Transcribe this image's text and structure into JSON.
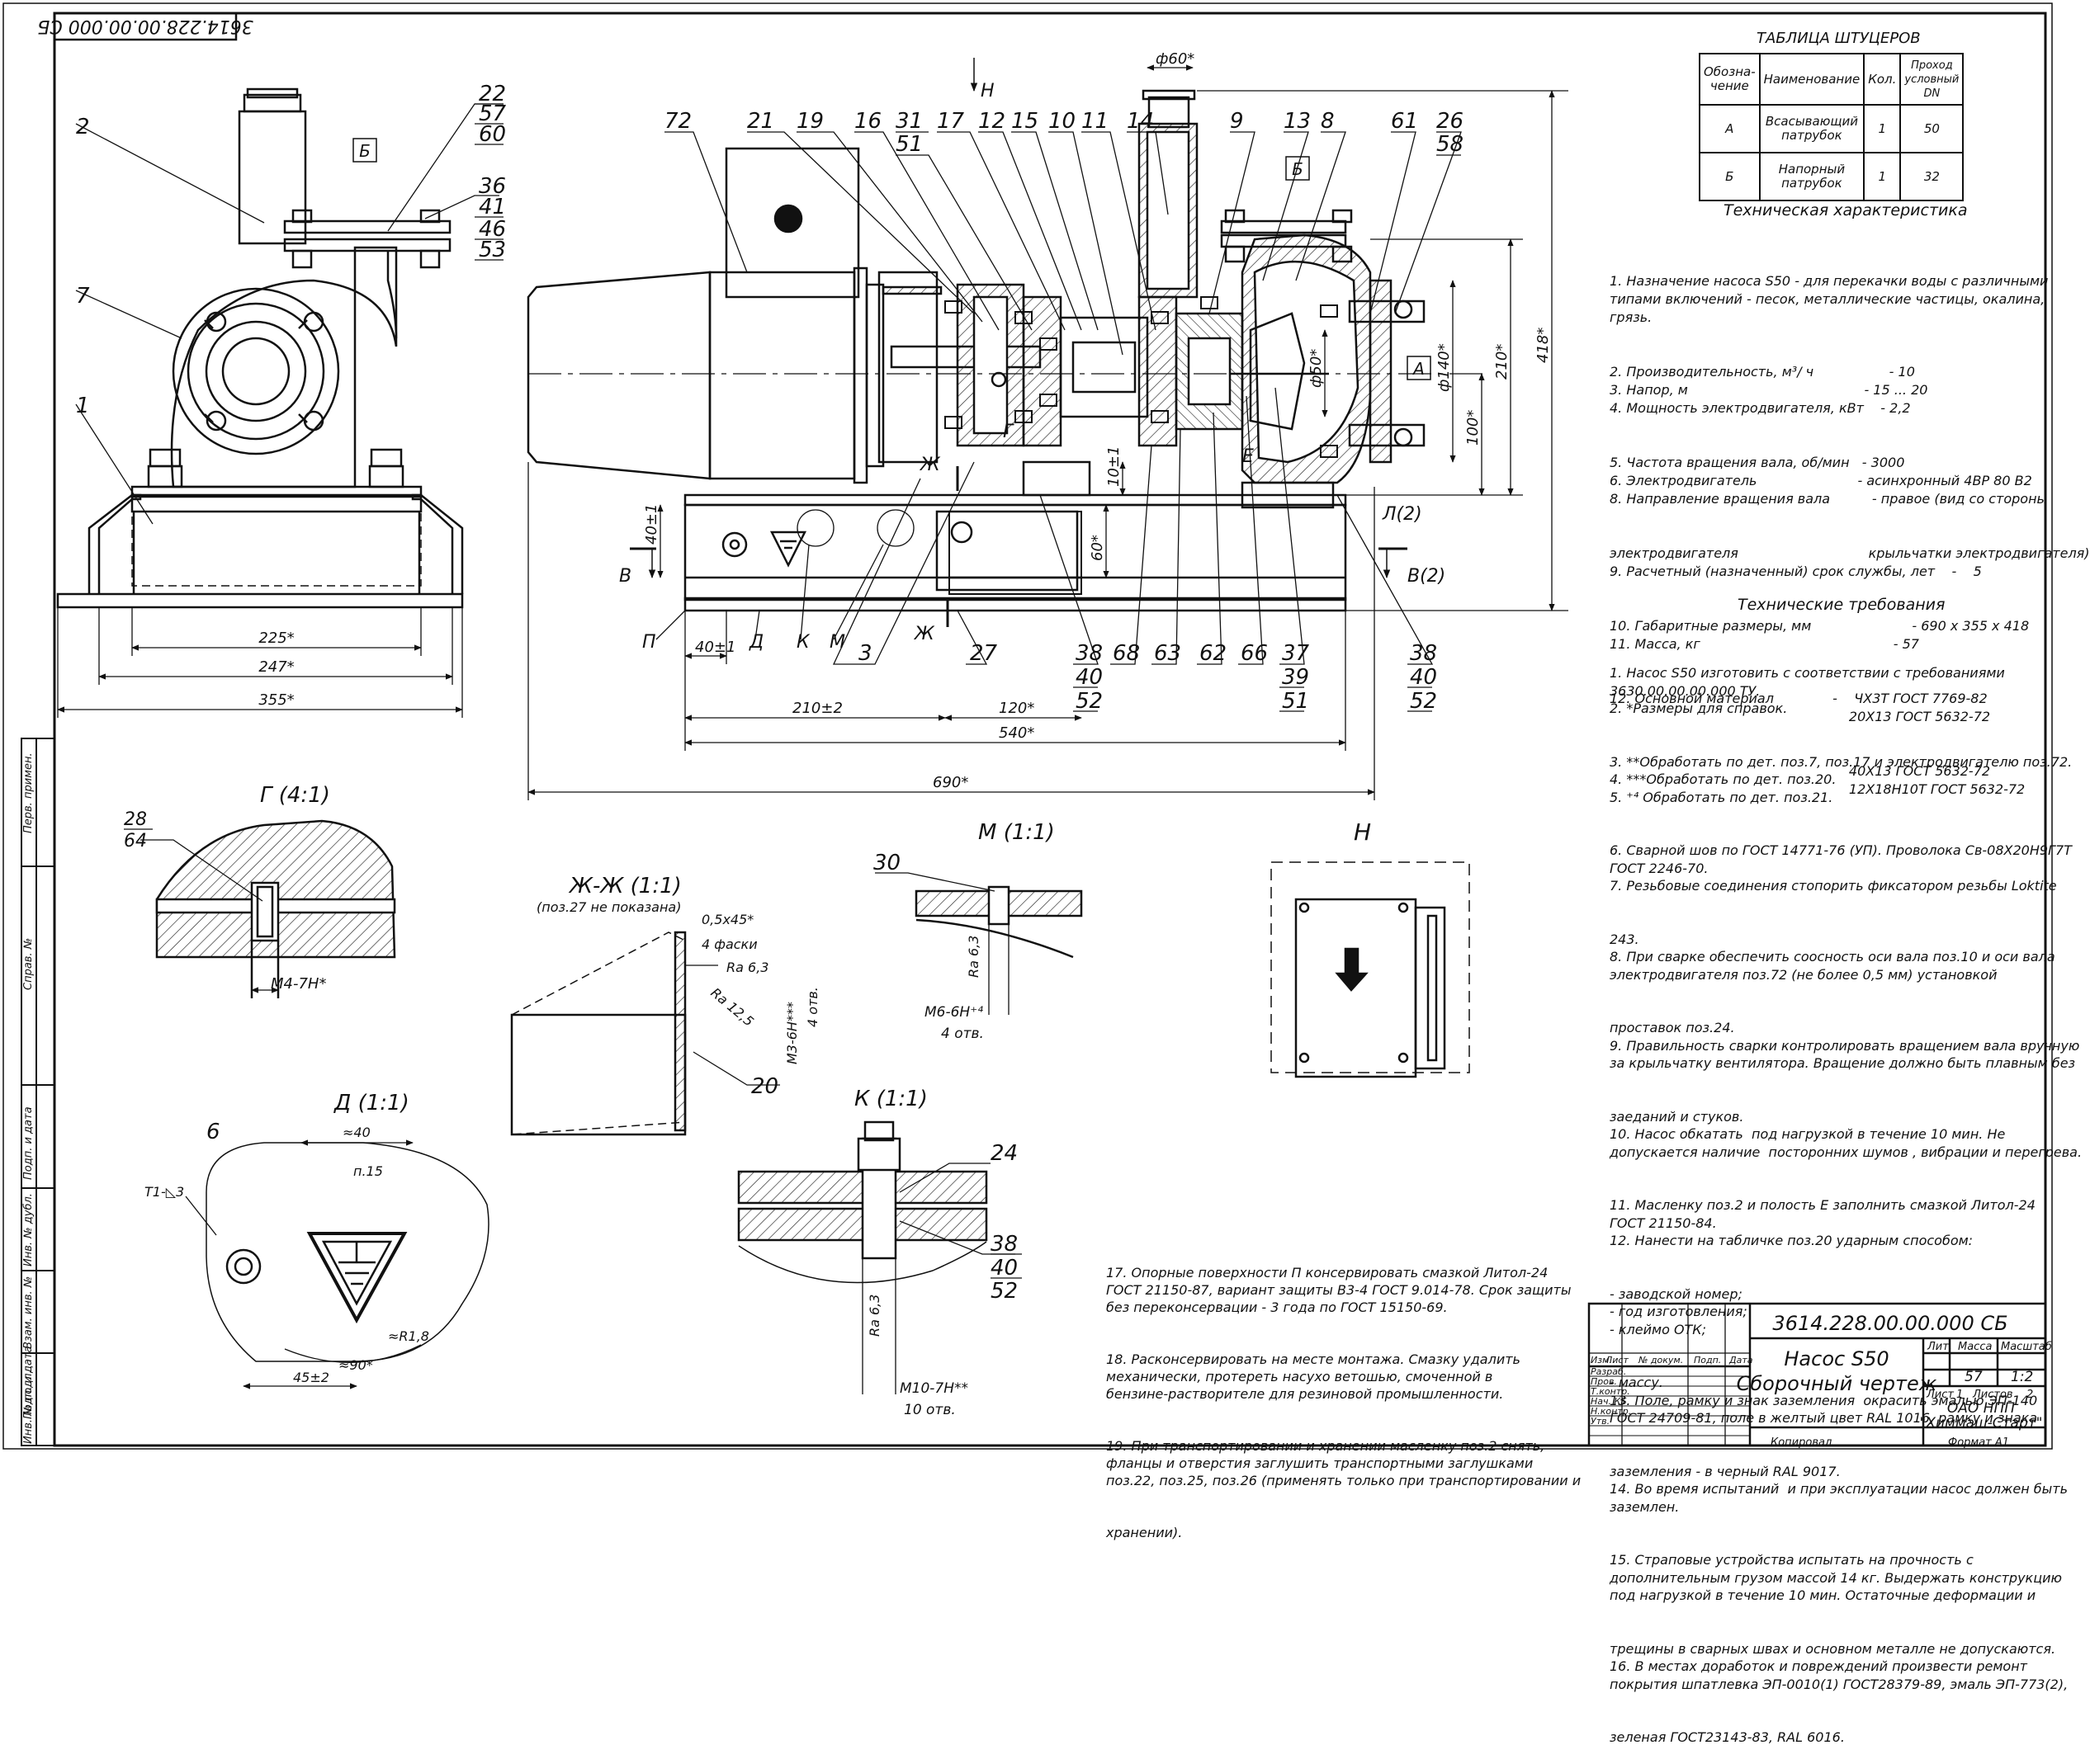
{
  "doc_code": "3614.228.00.00.000 СБ",
  "doc_code_rotated": "3614.228.00.00.000 СБ",
  "nozzle_table": {
    "title": "ТАБЛИЦА ШТУЦЕРОВ",
    "headers": [
      "Обозна-\nчение",
      "Наименование",
      "Кол.",
      "Проход\nусловный\nDN"
    ],
    "rows": [
      [
        "А",
        "Всасывающий\nпатрубок",
        "1",
        "50"
      ],
      [
        "Б",
        "Напорный\nпатрубок",
        "1",
        "32"
      ]
    ]
  },
  "tech_char": {
    "title": "Техническая характеристика",
    "lines": [
      "1. Назначение насоса S50 - для перекачки воды с различными",
      "типами включений - песок, металлические частицы, окалина,",
      "грязь.",
      "2. Производительность, м³/ ч                  - 10",
      "3. Напор, м                                          - 15 ... 20",
      "4. Мощность электродвигателя, кВт    - 2,2",
      "5. Частота вращения вала, об/мин   - 3000",
      "6. Электродвигатель                        - асинхронный 4ВР 80 В2",
      "8. Направление вращения вала          - правое (вид со стороны",
      "электродвигателя                               крыльчатки электродвигателя)",
      "9. Расчетный (назначенный) срок службы, лет    -    5",
      "",
      "10. Габаритные размеры, мм                        - 690 х 355 х 418",
      "",
      "11. Масса, кг                                              - 57",
      "",
      "12. Основной материал              -    ЧХ3Т ГОСТ 7769-82",
      "                                                         20Х13 ГОСТ 5632-72",
      "                                                         40Х13 ГОСТ 5632-72",
      "                                                         12Х18Н10Т ГОСТ 5632-72"
    ]
  },
  "tech_req": {
    "title": "Технические требования",
    "lines": [
      "1. Насос S50 изготовить с соответствии с требованиями",
      "3630.00.00.00.000 ТУ.",
      "2. *Размеры для справок.",
      "3. **Обработать по дет. поз.7, поз.17 и электродвигателю поз.72.",
      "4. ***Обработать по дет. поз.20.",
      "5. ⁺⁴ Обработать по дет. поз.21.",
      "6. Сварной шов по ГОСТ 14771-76 (УП). Проволока Св-08Х20Н9Г7Т",
      "ГОСТ 2246-70.",
      "7. Резьбовые соединения стопорить фиксатором резьбы Loktite",
      "243.",
      "8. При сварке обеспечить соосность оси вала поз.10 и оси вала",
      "электродвигателя поз.72 (не более 0,5 мм) установкой",
      "проставок поз.24.",
      "9. Правильность сварки контролировать вращением вала вручную",
      "за крыльчатку вентилятора. Вращение должно быть плавным без",
      "заеданий и стуков.",
      "10. Насос обкатать  под нагрузкой в течение 10 мин. Не",
      "допускается наличие  посторонних шумов , вибрации и перегрева.",
      "11. Масленку поз.2 и полость Е заполнить смазкой Литол-24",
      "ГОСТ 21150-84.",
      "12. Нанести на табличке поз.20 ударным способом:",
      "- заводской номер;",
      "- год изготовления;",
      "- клеймо ОТК;",
      "- массу.",
      "13. Поле, рамку и знак заземления  окрасить эмалью ЭП-140",
      "ГОСТ 24709-81, поле в желтый цвет RAL 1016, рамку и знака",
      "заземления - в черный RAL 9017.",
      "14. Во время испытаний  и при эксплуатации насос должен быть",
      "заземлен.",
      "15. Страповые устройства испытать на прочность с",
      "дополнительным грузом массой 14 кг. Выдержать конструкцию",
      "под нагрузкой в течение 10 мин. Остаточные деформации и",
      "трещины в сварных швах и основном металле не допускаются.",
      "16. В местах доработок и повреждений произвести ремонт",
      "покрытия шпатлевка ЭП-0010(1) ГОСТ28379-89, эмаль ЭП-773(2),",
      "зеленая ГОСТ23143-83, RAL 6016."
    ]
  },
  "notes_bottom": {
    "lines": [
      "17. Опорные поверхности П консервировать смазкой Литол-24",
      "ГОСТ 21150-87, вариант защиты В3-4 ГОСТ 9.014-78. Срок защиты",
      "без переконсервации - 3 года по ГОСТ 15150-69.",
      "18. Расконсервировать на месте монтажа. Смазку удалить",
      "механически, протереть насухо ветошью, смоченной в",
      "бензине-растворителе для резиновой промышленности.",
      "19. При транспортировании и хранении масленку поз.2 снять,",
      "фланцы и отверстия заглушить транспортными заглушками",
      "поз.22, поз.25, поз.26 (применять только при транспортировании и",
      "хранении)."
    ]
  },
  "title_block": {
    "code": "3614.228.00.00.000 СБ",
    "name_1": "Насос S50",
    "name_2": "Сборочный чертеж",
    "lit": "Лит.",
    "mass_h": "Масса",
    "scale_h": "Масштаб",
    "mass": "57",
    "scale": "1:2",
    "sheet": "Лист",
    "sheet_n": "1",
    "sheets": "Листов",
    "sheets_n": "2",
    "org_1": "ОАО НПП",
    "org_2": "\"Химмаш-Старт\"",
    "rows": [
      "Изм.",
      "Лист",
      "№ докум.",
      "Подп.",
      "Дата"
    ],
    "roles": [
      "Разраб.",
      "Пров.",
      "Т.контр.",
      "Нач. КБ",
      "Н.контр.",
      "Утв."
    ],
    "copied": "Копировал",
    "format": "Формат   А1"
  },
  "side_stamp": [
    "Перв. примен.",
    "Справ. №",
    "Подп. и дата",
    "Инв. № дубл.",
    "Взам. инв. №",
    "Подп. и дата",
    "Инв. № подл."
  ],
  "views": {
    "g": "Г (4:1)",
    "zh": "Ж-Ж (1:1)",
    "zh_note": "(поз.27 не показана)",
    "m": "М (1:1)",
    "n": "Н",
    "d": "Д (1:1)",
    "k": "К (1:1)"
  },
  "dims": {
    "d225": "225*",
    "d247": "247*",
    "d355": "355*",
    "d40a": "40±1",
    "d40b": "40±1",
    "d210": "210±2",
    "d120": "120*",
    "d540": "540*",
    "d690": "690*",
    "d60": "ф60*",
    "d418": "418*",
    "d210v": "210*",
    "d100": "100*",
    "d140": "ф140*",
    "d50": "ф50*",
    "d10": "10±1",
    "d60v": "60*",
    "m4": "M4-7H*",
    "m3": "M3-6H***",
    "m3b": "4 отв.",
    "fask": "0,5x45*",
    "fask2": "4 фаски",
    "ra63": "Ra 6,3",
    "ra125": "Ra 12,5",
    "m6": "M6-6H⁺⁴",
    "m6b": "4 отв.",
    "m10": "M10-7H**",
    "m10b": "10 отв.",
    "d40w": "≈40",
    "d45": "45±2",
    "d90": "≈90*",
    "r18": "≈R1,8",
    "t1": "T1-◺3",
    "p15": "п.15"
  },
  "letters": {
    "A": "А",
    "B": "Б",
    "E": "Е",
    "L2": "Л(2)",
    "V": "В",
    "V2": "В(2)",
    "G": "Г",
    "ZH": "Ж",
    "N": "Н",
    "P": "П",
    "D": "Д",
    "K": "К",
    "M": "М"
  },
  "positions_top": [
    "72",
    "21",
    "19",
    "16",
    "31",
    "17",
    "12",
    "15",
    "10",
    "11",
    "14",
    "9",
    "13",
    "8",
    "61",
    "26"
  ],
  "positions_top2": [
    "51",
    "58"
  ],
  "positions_bottom": [
    "3",
    "27",
    "38",
    "68",
    "63",
    "62",
    "66",
    "37",
    "38"
  ],
  "positions_bottom2": [
    "40",
    "52",
    "39",
    "51",
    "40",
    "52"
  ],
  "positions_left": [
    "2",
    "7",
    "1",
    "22",
    "57",
    "60",
    "36",
    "41",
    "46",
    "53"
  ],
  "positions_misc": [
    "28",
    "64",
    "30",
    "20",
    "6",
    "24",
    "38",
    "40",
    "52"
  ]
}
